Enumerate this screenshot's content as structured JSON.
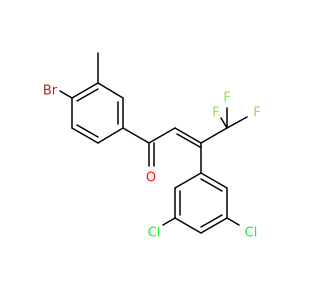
{
  "molecule": {
    "atom_labels": {
      "bromine": "Br",
      "oxygen": "O",
      "fluorine_top": "F",
      "fluorine_right": "F",
      "fluorine_center": "F",
      "chlorine_left": "Cl",
      "chlorine_right": "Cl"
    }
  },
  "colors": {
    "bromine": "#a62929",
    "oxygen": "#ff0d0d",
    "fluorine": "#90e050",
    "chlorine": "#1ff01f",
    "bond": "#000000",
    "background": "#ffffff"
  }
}
